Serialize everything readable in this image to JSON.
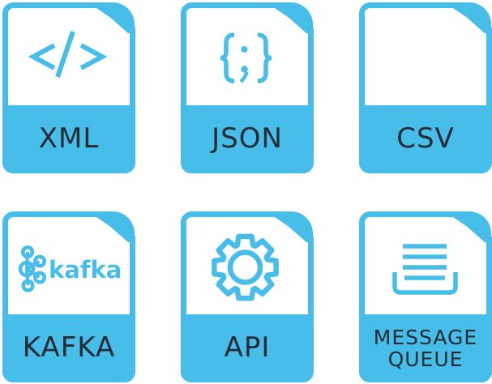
{
  "page": {
    "background": "#FFFFFF"
  },
  "colors": {
    "accent": "#47BDEA",
    "label_text": "#262B33"
  },
  "cards": [
    {
      "label": "XML",
      "icon": "code-icon"
    },
    {
      "label": "JSON",
      "icon": "braces-semicolon-icon"
    },
    {
      "label": "CSV",
      "icon": "none"
    },
    {
      "label": "KAFKA",
      "icon": "kafka-logo-icon",
      "logo_text": "kafka"
    },
    {
      "label": "API",
      "icon": "gear-icon"
    },
    {
      "label": "MESSAGE QUEUE",
      "icon": "message-queue-tray-icon"
    }
  ]
}
